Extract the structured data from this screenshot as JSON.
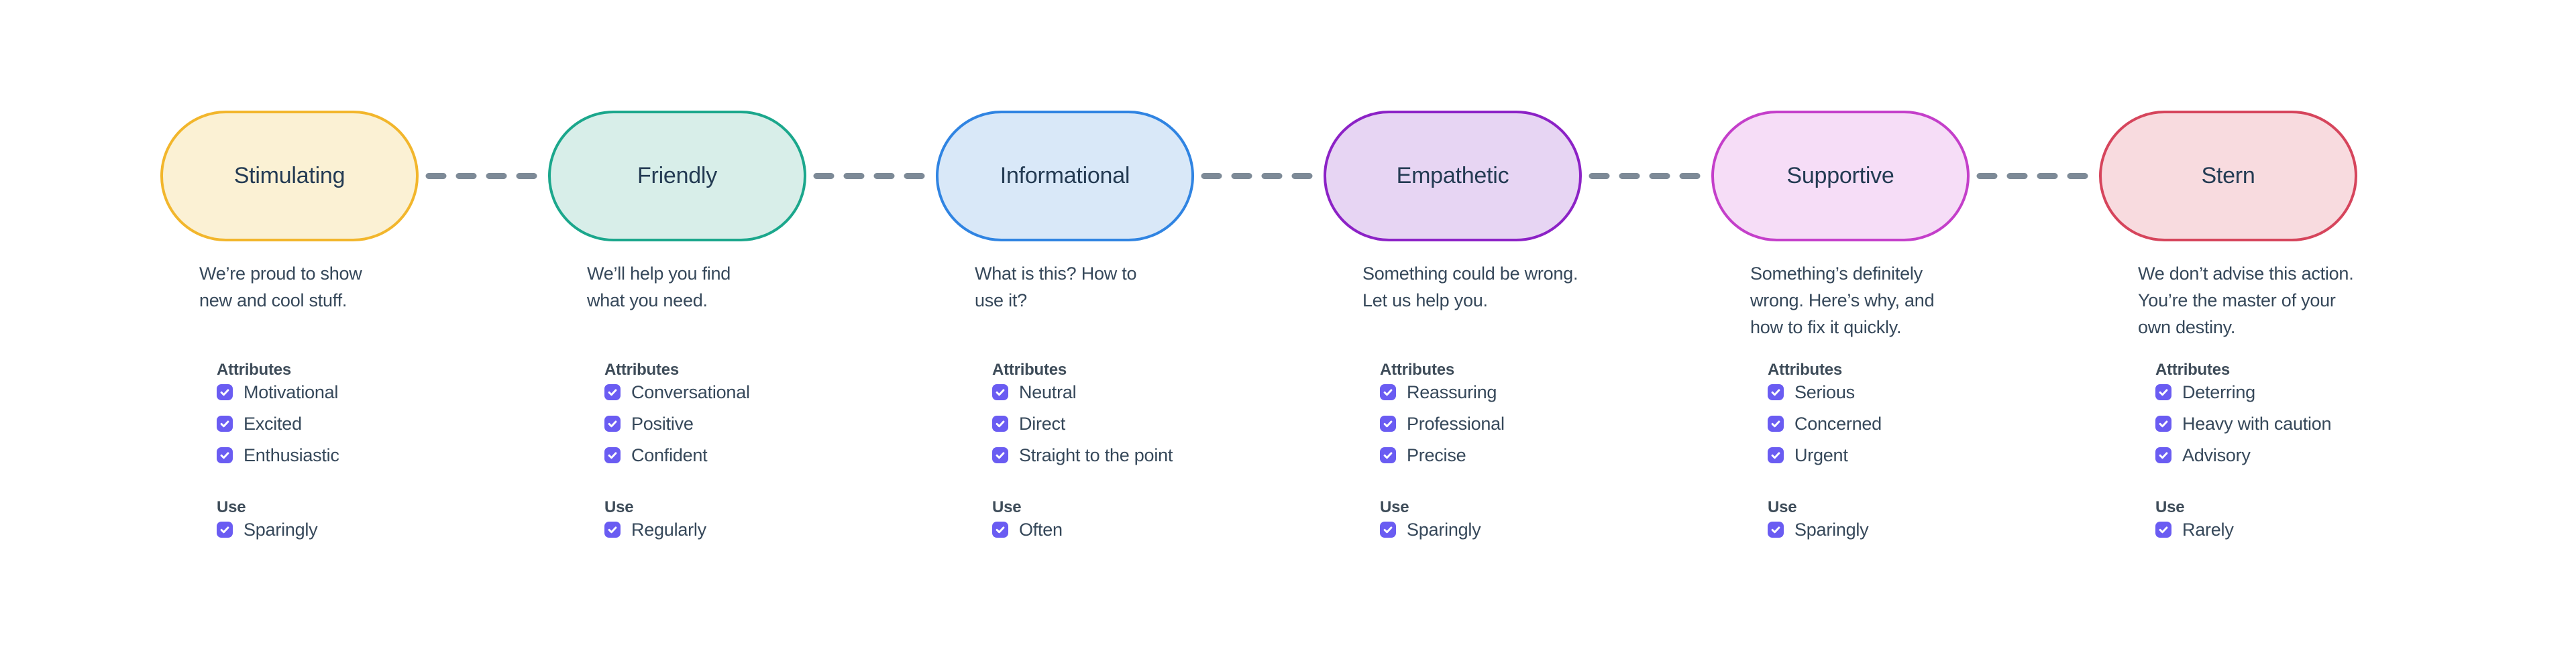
{
  "labels": {
    "attributes": "Attributes",
    "use": "Use"
  },
  "colors": {
    "background": "#FFFFFF",
    "connector": "#7D8A97",
    "checkbox": "#6A5CF2",
    "title_text": "#243B53",
    "body_text": "#36485A",
    "heading_text": "#3E4C59"
  },
  "tones": [
    {
      "name": "Stimulating",
      "description": "We’re proud to show\nnew and cool stuff.",
      "attributes": [
        "Motivational",
        "Excited",
        "Enthusiastic"
      ],
      "use": "Sparingly",
      "colors": {
        "border": "#F2B62C",
        "fill": "#FBF1D4"
      }
    },
    {
      "name": "Friendly",
      "description": "We’ll help you find\nwhat you need.",
      "attributes": [
        "Conversational",
        "Positive",
        "Confident"
      ],
      "use": "Regularly",
      "colors": {
        "border": "#1BA78C",
        "fill": "#D8EEE9"
      }
    },
    {
      "name": "Informational",
      "description": "What is this? How to\nuse it?",
      "attributes": [
        "Neutral",
        "Direct",
        "Straight to the point"
      ],
      "use": "Often",
      "colors": {
        "border": "#3084E2",
        "fill": "#D9E8F8"
      }
    },
    {
      "name": "Empathetic",
      "description": "Something could be wrong.\nLet us help you.",
      "attributes": [
        "Reassuring",
        "Professional",
        "Precise"
      ],
      "use": "Sparingly",
      "colors": {
        "border": "#8C22C6",
        "fill": "#E7D5F3"
      }
    },
    {
      "name": "Supportive",
      "description": "Something’s definitely\nwrong. Here’s why, and\nhow to fix it quickly.",
      "attributes": [
        "Serious",
        "Concerned",
        "Urgent"
      ],
      "use": "Sparingly",
      "colors": {
        "border": "#C43FCA",
        "fill": "#F6DDF7"
      }
    },
    {
      "name": "Stern",
      "description": "We don’t advise this action.\nYou’re the master of your\nown destiny.",
      "attributes": [
        "Deterring",
        "Heavy with caution",
        "Advisory"
      ],
      "use": "Rarely",
      "colors": {
        "border": "#D6455C",
        "fill": "#F8DBDF"
      }
    }
  ]
}
